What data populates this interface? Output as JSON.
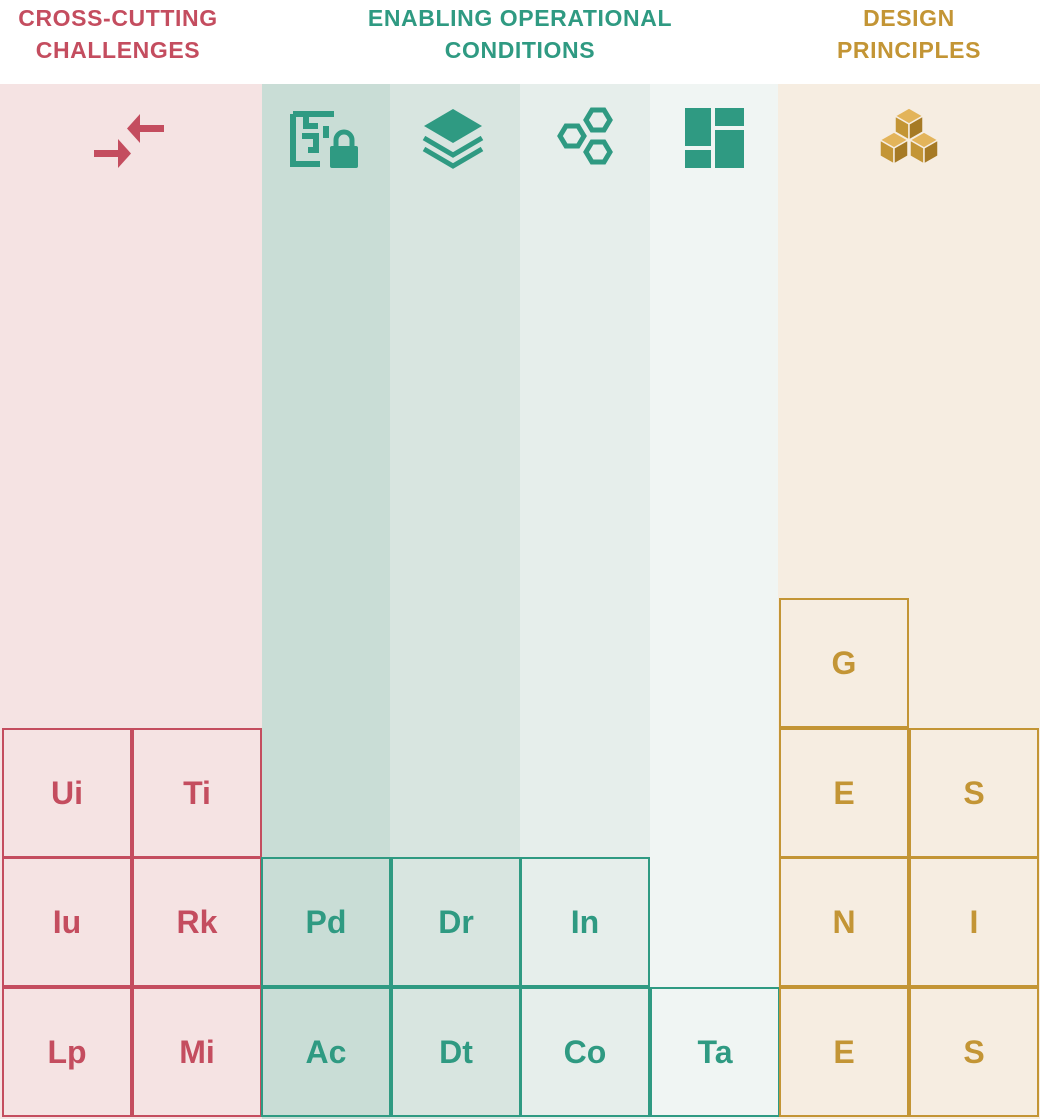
{
  "headers": {
    "cross_cutting": [
      "CROSS-CUTTING",
      "CHALLENGES"
    ],
    "enabling": [
      "ENABLING OPERATIONAL",
      "CONDITIONS"
    ],
    "design": [
      "DESIGN",
      "PRINCIPLES"
    ]
  },
  "colors": {
    "cross_cutting": "#c44d5f",
    "enabling": "#2f9a82",
    "design": "#c39535"
  },
  "icons": [
    "arrows-converge-icon",
    "maze-lock-icon",
    "layers-stack-icon",
    "hexagons-icon",
    "dashboard-grid-icon",
    "cubes-icon"
  ],
  "cells": {
    "cross_cutting": [
      "Ui",
      "Ti",
      "Iu",
      "Rk",
      "Lp",
      "Mi"
    ],
    "enabling": [
      "Pd",
      "Dr",
      "In",
      "Ac",
      "Dt",
      "Co",
      "Ta"
    ],
    "design": [
      "G",
      "E",
      "S",
      "N",
      "I",
      "E",
      "S"
    ]
  }
}
